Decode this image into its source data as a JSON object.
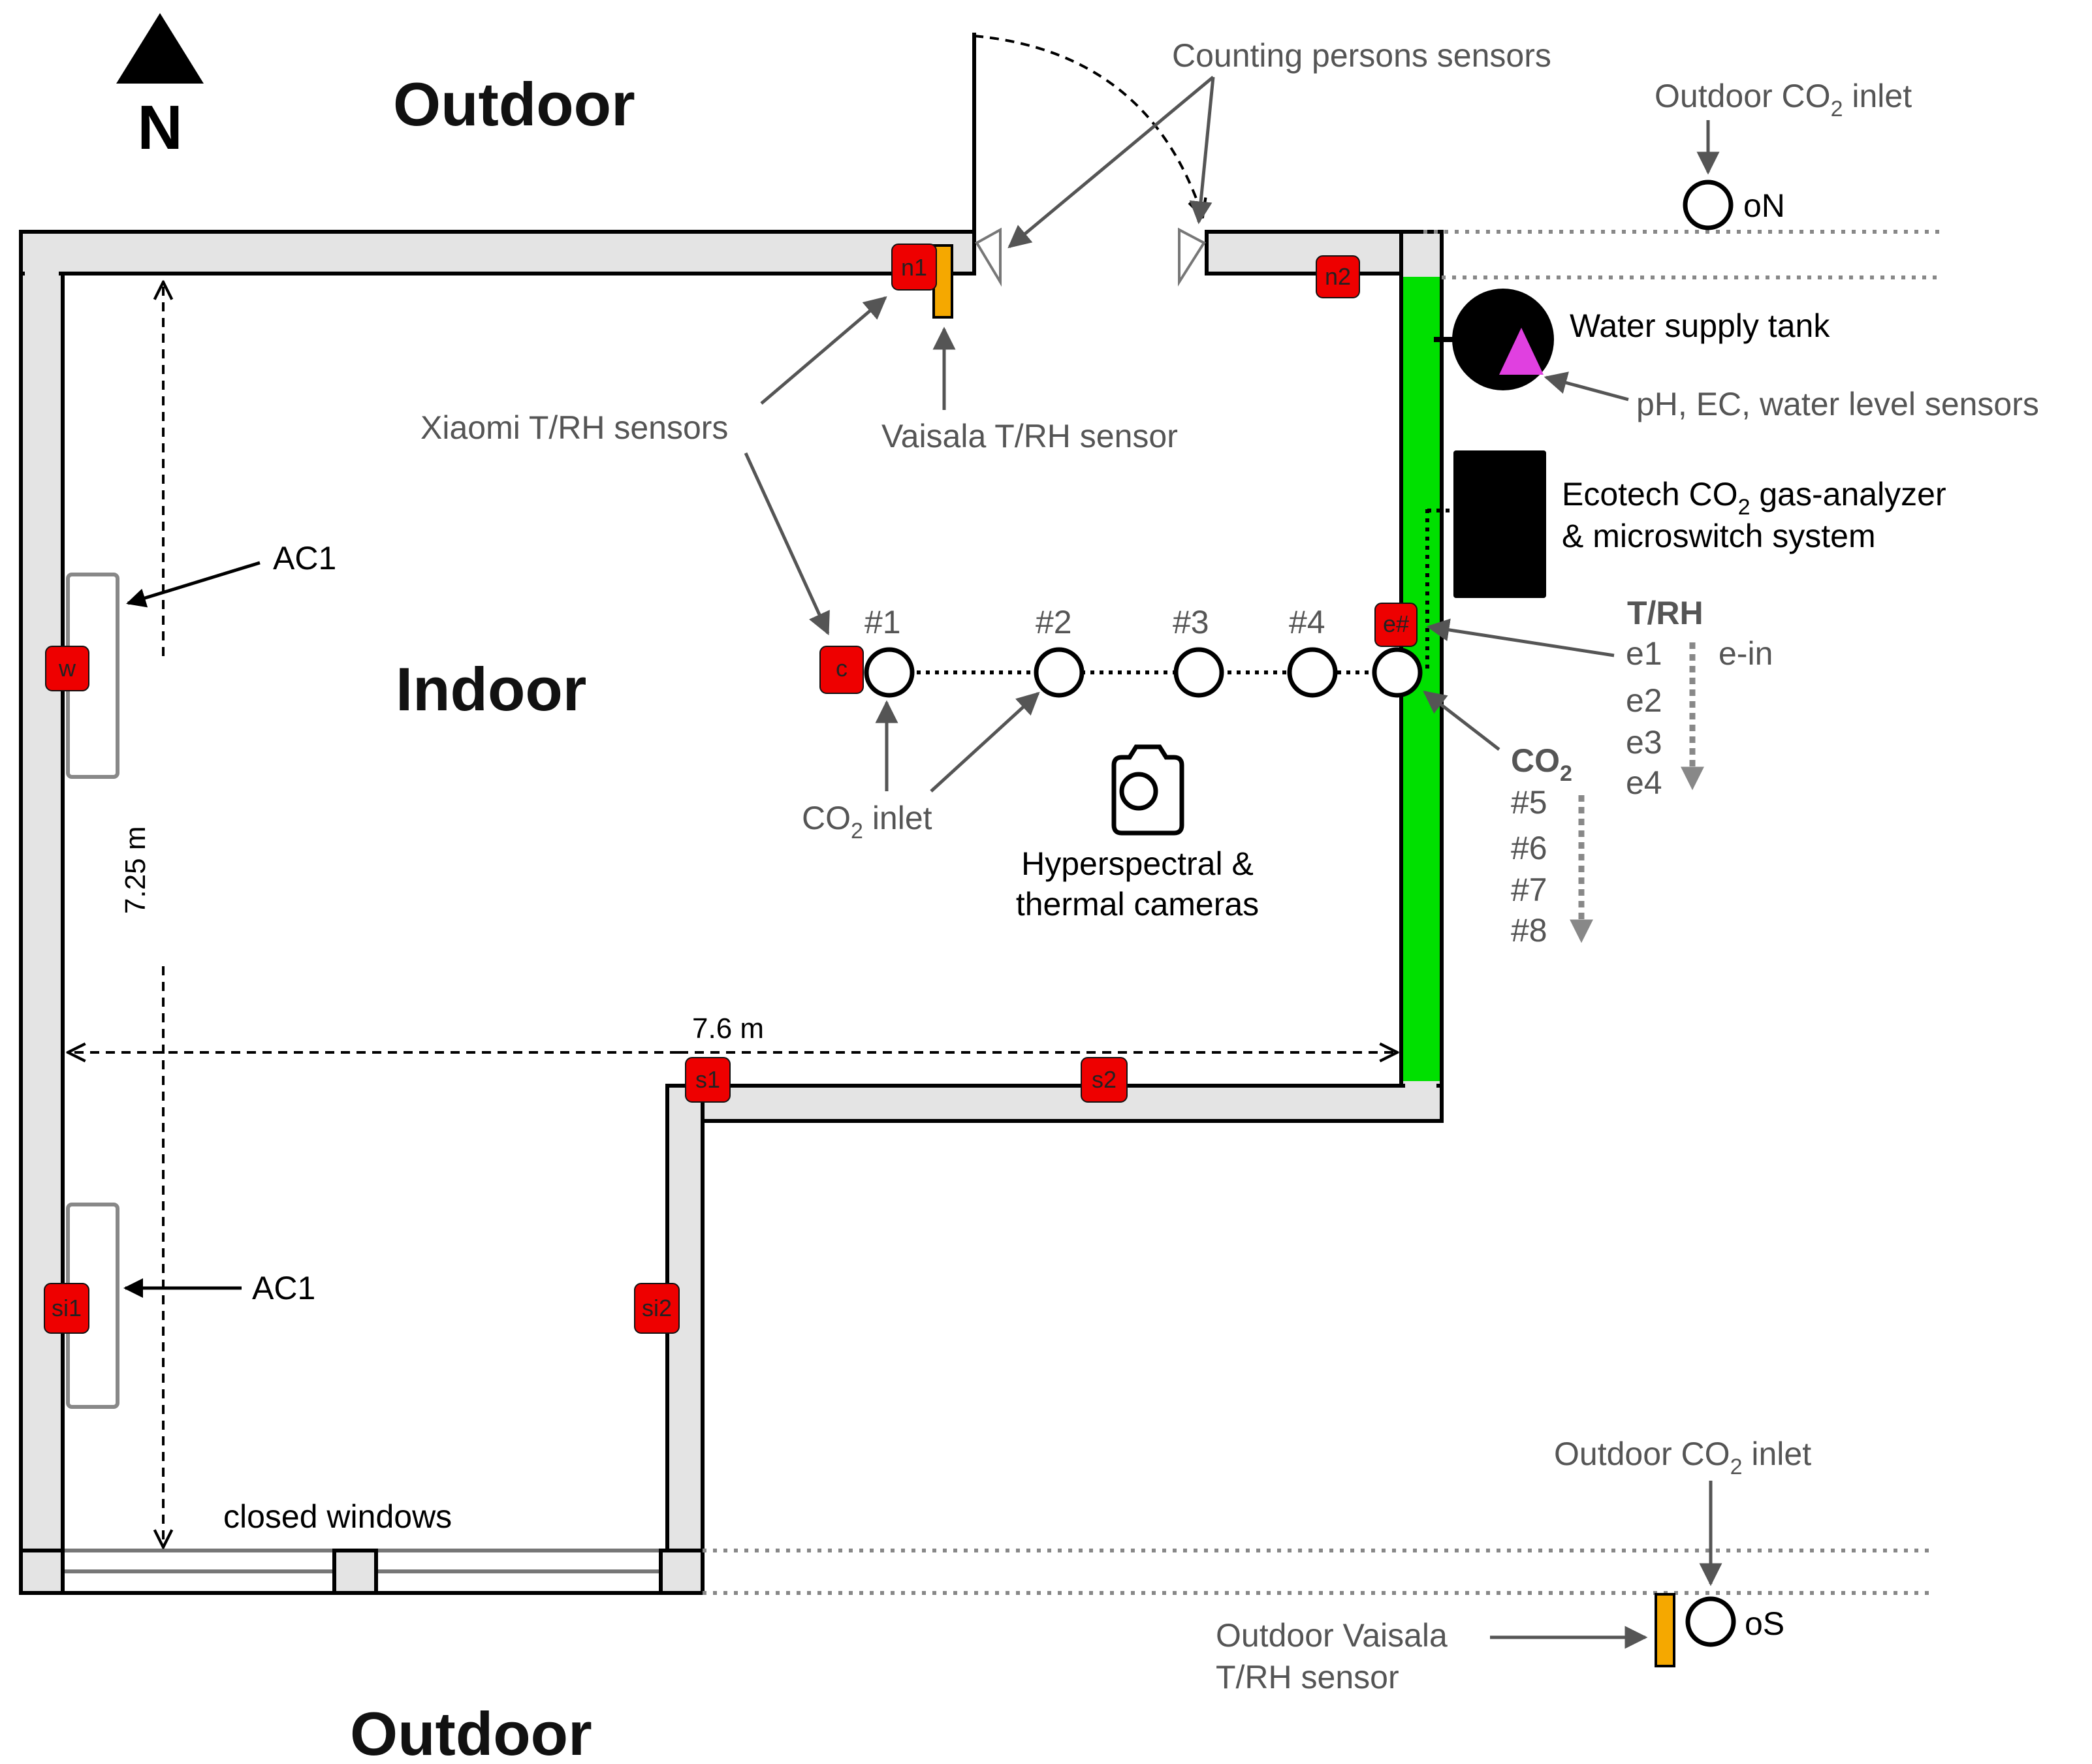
{
  "north": {
    "label": "N"
  },
  "zones": {
    "outdoor_north": "Outdoor",
    "indoor": "Indoor",
    "outdoor_south": "Outdoor"
  },
  "labels": {
    "counting_sensors": "Counting persons sensors",
    "xiaomi": "Xiaomi T/RH sensors",
    "vaisala": "Vaisala T/RH sensor",
    "ac1_top": "AC1",
    "ac1_bottom": "AC1",
    "water_tank": "Water supply tank",
    "ph_sensors": "pH, EC, water level sensors",
    "ecotech_line1_pre": "Ecotech CO",
    "ecotech_line1_sub": "2",
    "ecotech_line1_post": " gas-analyzer",
    "ecotech_line2": "& microswitch system",
    "outdoor_inlet_n_pre": "Outdoor CO",
    "outdoor_inlet_n_sub": "2",
    "outdoor_inlet_n_post": " inlet",
    "outdoor_inlet_s_pre": "Outdoor CO",
    "outdoor_inlet_s_sub": "2",
    "outdoor_inlet_s_post": " inlet",
    "co2_inlet_pre": "CO",
    "co2_inlet_sub": "2",
    "co2_inlet_post": " inlet",
    "cameras_line1": "Hyperspectral &",
    "cameras_line2": "thermal cameras",
    "dim_height": "7.25 m",
    "dim_width": "7.6 m",
    "closed_windows": "closed windows",
    "outdoor_vaisala_line1": "Outdoor Vaisala",
    "outdoor_vaisala_line2": "T/RH sensor",
    "on_label": "oN",
    "os_label": "oS"
  },
  "trh_list": {
    "title": "T/RH",
    "items": [
      "e1",
      "e2",
      "e3",
      "e4"
    ],
    "extra": "e-in"
  },
  "co2_list": {
    "title_pre": "CO",
    "title_sub": "2",
    "items": [
      "#5",
      "#6",
      "#7",
      "#8"
    ]
  },
  "co2_points": [
    "#1",
    "#2",
    "#3",
    "#4"
  ],
  "sensor_tags": {
    "n1": "n1",
    "n2": "n2",
    "w": "w",
    "c": "c",
    "e": "e#",
    "s1": "s1",
    "s2": "s2",
    "si1": "si1",
    "si2": "si2"
  },
  "colors": {
    "sensor_tag": "#ee0000",
    "vaisala": "#f5a800",
    "green_wall": "#00e000",
    "triangle": "#e040e0"
  }
}
